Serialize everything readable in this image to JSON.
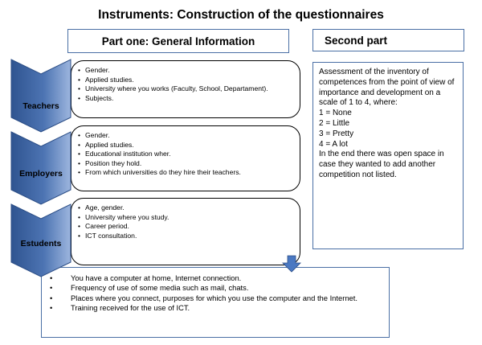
{
  "title": "Instruments: Construction of the questionnaires",
  "headers": {
    "part_one": "Part one: General Information",
    "part_two": "Second part"
  },
  "groups": {
    "teachers": {
      "label": "Teachers",
      "items": [
        "Gender.",
        "Applied studies.",
        "University where you works (Faculty, School, Departament).",
        "Subjects."
      ]
    },
    "employers": {
      "label": "Employers",
      "items": [
        "Gender.",
        "Applied studies.",
        "Educational institution wher.",
        "Position they hold.",
        "From which universities do they hire their teachers."
      ]
    },
    "students": {
      "label": "Estudents",
      "items": [
        "Age, gender.",
        "University where you study.",
        "Career period.",
        "ICT consultation."
      ]
    }
  },
  "student_extra": [
    "You have a computer at home, Internet connection.",
    "Frequency of use of some media such as mail, chats.",
    "Places where you connect, purposes for which you use the computer and the Internet.",
    "Training received for the use of ICT."
  ],
  "second_part": {
    "intro": "Assessment of the inventory of competences from the point of view of importance and development on a scale of 1 to 4, where:",
    "scale": [
      "1 = None",
      "2 = Little",
      "3 = Pretty",
      "4 = A lot"
    ],
    "closing": "In the end there was open space in case they wanted to add another competition not listed."
  },
  "colors": {
    "chevron_dark": "#3a5f97",
    "chevron_light": "#8aa8d6",
    "border_blue": "#4a6fa5",
    "pointer_arrow": "#4a78c2"
  }
}
